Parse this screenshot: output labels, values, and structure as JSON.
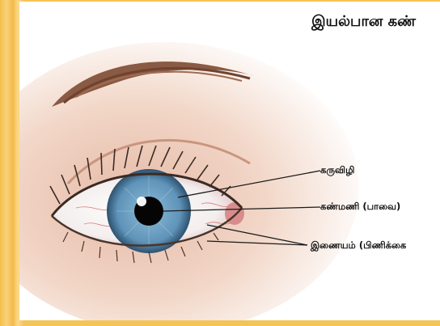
{
  "title": "இயல்பான கண்",
  "labels": {
    "iris": "கருவிழி",
    "pupil": "கண்மணி (பாவை)",
    "conjunctiva": "இணையம் (பிணிக்கை"
  },
  "icons": {
    "illustration": "eye-illustration"
  },
  "colors": {
    "frame": "#f7c85a",
    "iris": "#5f93b8",
    "pupil": "#050505",
    "skin": "#f3dccf"
  }
}
